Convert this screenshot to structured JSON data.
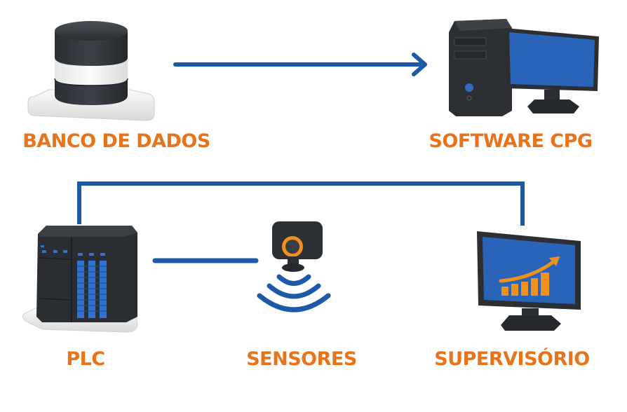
{
  "diagram": {
    "nodes": [
      {
        "id": "banco",
        "label": "BANCO DE DADOS",
        "icon": "database-icon"
      },
      {
        "id": "software",
        "label": "SOFTWARE CPG",
        "icon": "desktop-computer-icon"
      },
      {
        "id": "plc",
        "label": "PLC",
        "icon": "plc-rack-icon"
      },
      {
        "id": "sensores",
        "label": "SENSORES",
        "icon": "sensor-icon"
      },
      {
        "id": "supervisorio",
        "label": "SUPERVISÓRIO",
        "icon": "monitor-chart-icon"
      }
    ],
    "edges": [
      {
        "from": "banco",
        "to": "software",
        "type": "arrow"
      },
      {
        "from": "plc",
        "to": "supervisorio",
        "type": "bracket-line"
      },
      {
        "from": "plc",
        "to": "sensores",
        "type": "line"
      }
    ],
    "colors": {
      "label": "#e8731a",
      "connector": "#1c59a8",
      "device_dark": "#2f3338",
      "screen_blue": "#2a64b8",
      "accent_orange": "#f0911e"
    }
  }
}
